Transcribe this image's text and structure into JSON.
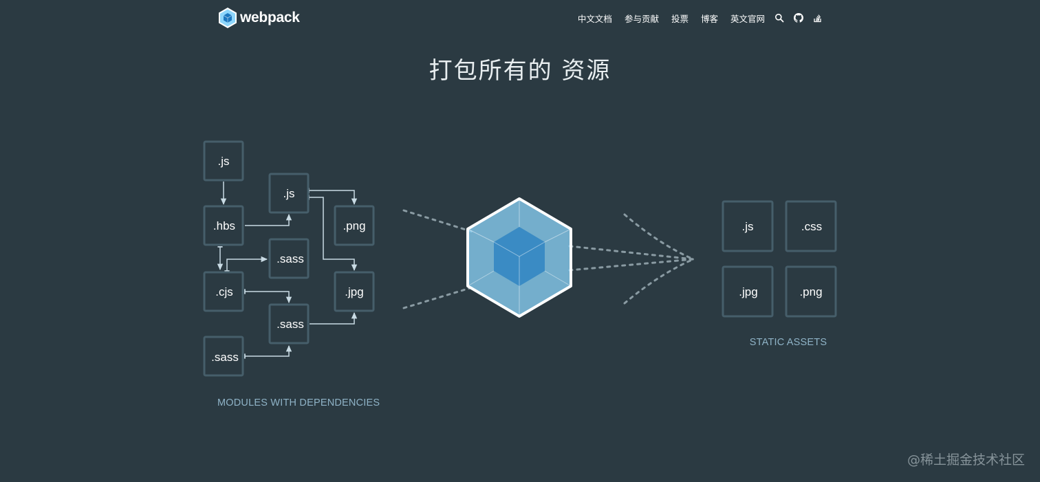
{
  "header": {
    "logo_text": "webpack",
    "nav": [
      {
        "label": "中文文档"
      },
      {
        "label": "参与贡献"
      },
      {
        "label": "投票"
      },
      {
        "label": "博客"
      },
      {
        "label": "英文官网"
      }
    ],
    "icons": [
      "search-icon",
      "github-icon",
      "stack-overflow-icon"
    ]
  },
  "headline": "打包所有的 资源",
  "diagram": {
    "modules": {
      "js_top": ".js",
      "hbs": ".hbs",
      "js_mid": ".js",
      "png": ".png",
      "sass_1": ".sass",
      "cjs": ".cjs",
      "jpg": ".jpg",
      "sass_2": ".sass",
      "sass_3": ".sass"
    },
    "modules_caption": "MODULES WITH DEPENDENCIES",
    "assets": {
      "js": ".js",
      "css": ".css",
      "jpg": ".jpg",
      "png": ".png"
    },
    "assets_caption": "STATIC ASSETS"
  },
  "watermark": "@稀土掘金技术社区",
  "colors": {
    "background": "#2b3a42",
    "box_border": "#465e6a",
    "arrow": "#c9dbe4",
    "cube_outer": "#8ed6fb",
    "cube_inner": "#1c78c0",
    "caption": "#8fb3c7"
  }
}
